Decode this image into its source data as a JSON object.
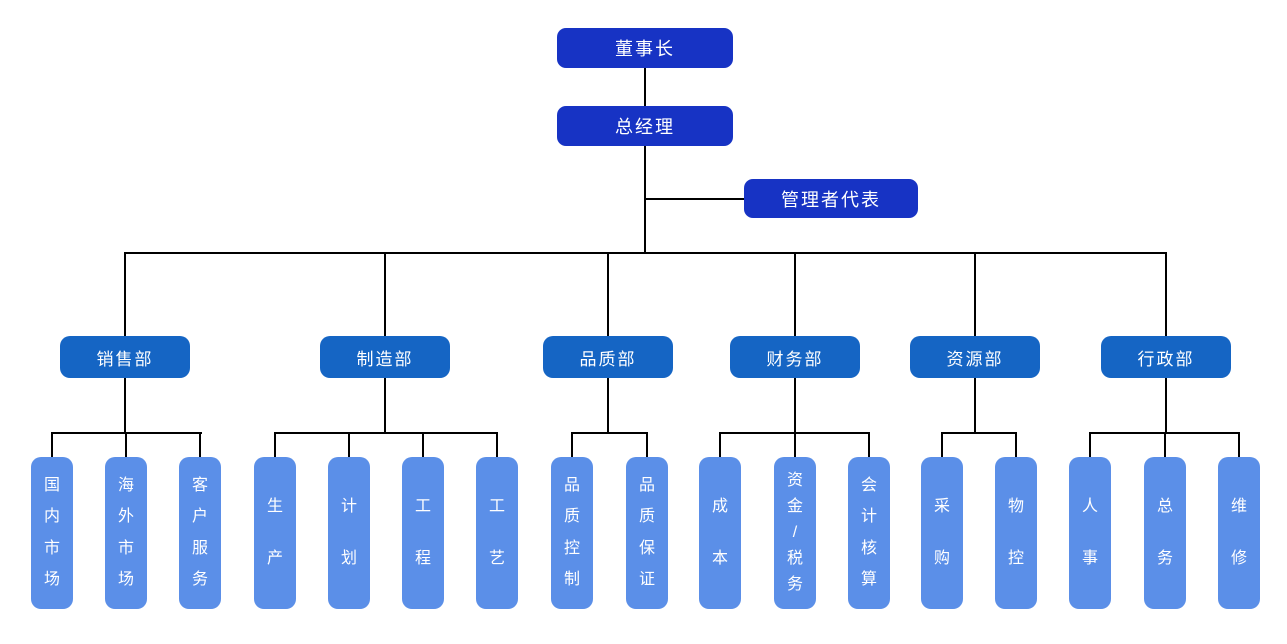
{
  "diagram": {
    "type": "org-chart",
    "language": "zh-CN"
  },
  "colors": {
    "executive_box": "#1733C4",
    "department_box": "#1565C4",
    "unit_box": "#5B8FE8",
    "connector": "#000000",
    "text": "#FFFFFF",
    "background": "#FFFFFF"
  },
  "executives": {
    "chairman": "董事长",
    "general_manager": "总经理",
    "management_representative": "管理者代表"
  },
  "departments": [
    {
      "label": "销售部",
      "units": [
        "国内市场",
        "海外市场",
        "客户服务"
      ]
    },
    {
      "label": "制造部",
      "units": [
        "生产",
        "计划",
        "工程",
        "工艺"
      ]
    },
    {
      "label": "品质部",
      "units": [
        "品质控制",
        "品质保证"
      ]
    },
    {
      "label": "财务部",
      "units": [
        "成本",
        "资金/税务",
        "会计核算"
      ]
    },
    {
      "label": "资源部",
      "units": [
        "采购",
        "物控"
      ]
    },
    {
      "label": "行政部",
      "units": [
        "人事",
        "总务",
        "维修"
      ]
    }
  ]
}
